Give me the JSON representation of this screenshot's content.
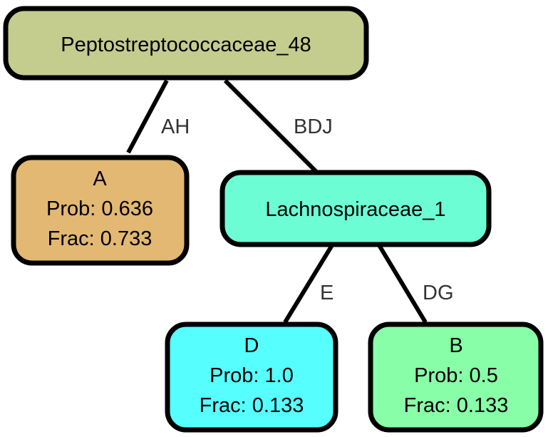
{
  "colors": {
    "root": "#c4cc8e",
    "leaf_a": "#e2b872",
    "lachno": "#6cfdd4",
    "leaf_d": "#56fefe",
    "leaf_b": "#88fea8",
    "edge": "#000000",
    "edge_label": "#333333"
  },
  "nodes": {
    "root": {
      "title": "Peptostreptococcaceae_48"
    },
    "a": {
      "title": "A",
      "prob": "Prob: 0.636",
      "frac": "Frac: 0.733"
    },
    "lachno": {
      "title": "Lachnospiraceae_1"
    },
    "d": {
      "title": "D",
      "prob": "Prob: 1.0",
      "frac": "Frac: 0.133"
    },
    "b": {
      "title": "B",
      "prob": "Prob: 0.5",
      "frac": "Frac: 0.133"
    }
  },
  "edges": {
    "root_a": {
      "label": "AH"
    },
    "root_lachno": {
      "label": "BDJ"
    },
    "lachno_d": {
      "label": "E"
    },
    "lachno_b": {
      "label": "DG"
    }
  }
}
